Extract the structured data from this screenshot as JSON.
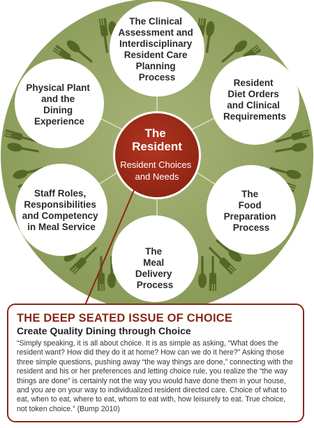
{
  "center": {
    "title_line1": "The",
    "title_line2": "Resident",
    "subtitle_line1": "Resident Choices",
    "subtitle_line2": "and Needs"
  },
  "nodes": [
    {
      "id": "assessment",
      "lines": [
        "The Clinical",
        "Assessment and",
        "Interdisciplinary",
        "Resident Care",
        "Planning",
        "Process"
      ]
    },
    {
      "id": "diet-orders",
      "lines": [
        "Resident",
        "Diet Orders",
        "and Clinical",
        "Requirements"
      ]
    },
    {
      "id": "food-prep",
      "lines": [
        "The",
        "Food",
        "Preparation",
        "Process"
      ]
    },
    {
      "id": "meal-delivery",
      "lines": [
        "The",
        "Meal",
        "Delivery",
        "Process"
      ]
    },
    {
      "id": "staff-roles",
      "lines": [
        "Staff Roles,",
        "Responsibilities",
        "and Competency",
        "in Meal Service"
      ]
    },
    {
      "id": "physical-plant",
      "lines": [
        "Physical Plant",
        "and the",
        "Dining",
        "Experience"
      ]
    }
  ],
  "caption": {
    "title": "THE DEEP SEATED ISSUE OF CHOICE",
    "subtitle": "Create Quality Dining through Choice",
    "quote": "“Simply speaking, it is all about choice. It is as simple as asking, “What does the resident want? How did they do it at home? How can we do it here?” Asking those three simple questions, pushing away “the way things are done,” connecting with the resident and his or her preferences and letting choice rule, you realize the “the way things are done” is certainly not the way you would have done them in your house, and you are on your way to individualized resident directed care. Choice of what to eat, when to eat, where to eat, whom to eat with, how leisurely to eat. True choice, not token choice.” (Bump 2010)"
  },
  "colors": {
    "plate": "#8c9b5a",
    "plate_light": "#a3b070",
    "utensil": "#5a6a2c",
    "center": "#9b2a17",
    "accent": "#8a2818",
    "node_fill": "#ffffff"
  }
}
